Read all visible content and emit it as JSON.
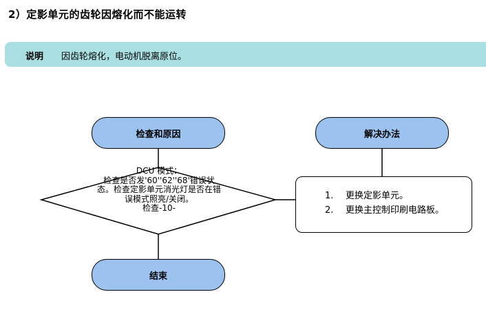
{
  "heading": "2）定影单元的齿轮因熔化而不能运转",
  "note": {
    "label": "说明",
    "text": "因齿轮熔化，电动机脱离原位。"
  },
  "flow": {
    "check_label": "检查和原因",
    "solution_label": "解决办法",
    "end_label": "结束",
    "decision_lines": [
      "DCU 模式：",
      "检查是否发'60''62''68'错误状",
      "态。检查定影单元消光灯是否在错",
      "误模式照亮/关闭。",
      "检查-10-"
    ],
    "solutions": [
      {
        "num": "1.",
        "text": "更换定影单元。"
      },
      {
        "num": "2.",
        "text": "更换主控制印刷电路板。"
      }
    ]
  }
}
